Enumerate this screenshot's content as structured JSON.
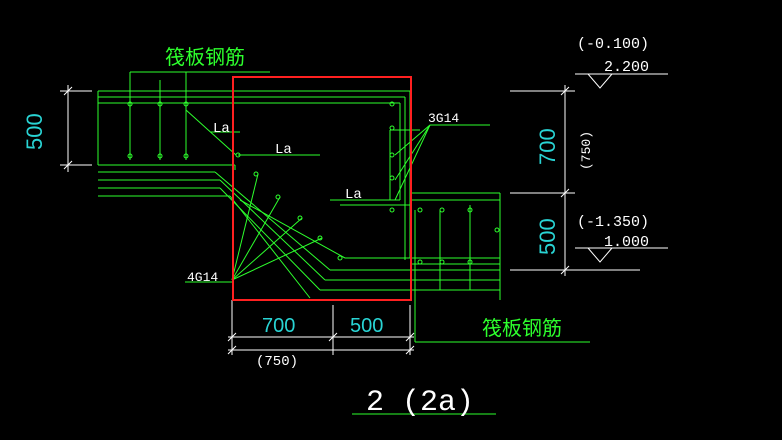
{
  "labels": {
    "raft_rebar_top": "筏板钢筋",
    "raft_rebar_bottom": "筏板钢筋",
    "la_1": "La",
    "la_2": "La",
    "la_3": "La",
    "rebar_3g14": "3G14",
    "rebar_4g14": "4G14",
    "dim_500_left": "500",
    "dim_700_bottom": "700",
    "dim_500_bottom": "500",
    "dim_750_bottom": "(750)",
    "dim_700_right": "700",
    "dim_750_right": "(750)",
    "dim_500_right": "500",
    "elev_upper_rel": "(-0.100)",
    "elev_upper_abs": "2.200",
    "elev_lower_rel": "(-1.350)",
    "elev_lower_abs": "1.000",
    "section_title": "2 (2a)"
  },
  "colors": {
    "background": "#000000",
    "rebar": "#2dff2d",
    "dimension": "#29d4d4",
    "text": "#ffffff",
    "highlight": "#ff2020"
  }
}
